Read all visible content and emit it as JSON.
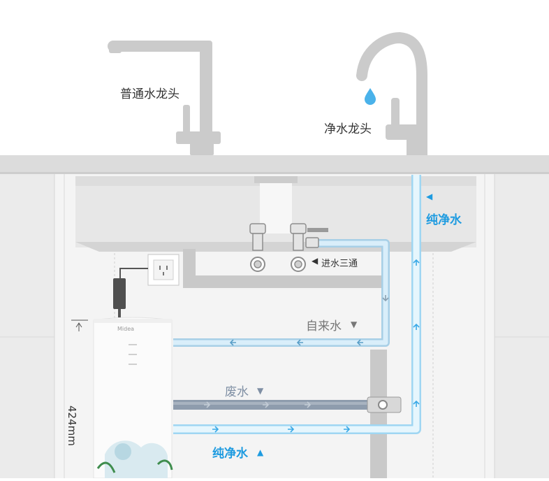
{
  "labels": {
    "normal_faucet": "普通水龙头",
    "purified_faucet": "净水龙头",
    "purified_water_top": "纯净水",
    "inlet_tee": "进水三通",
    "tap_water": "自来水",
    "waste_water": "废水",
    "purified_water_bottom": "纯净水",
    "height_dimension": "424mm",
    "brand": "Midea"
  },
  "colors": {
    "counter": "#dcdcdc",
    "cabinet": "#f2f2f2",
    "faucet": "#c9c9c9",
    "tap_pipe": "#c6c6c6",
    "tap_flow": "#bfe2f6",
    "waste_pipe": "#8c9aab",
    "pure_pipe": "#ccecfb",
    "pure_arrow": "#3aa9e6",
    "blue_label": "#1e9be0"
  },
  "icons": {
    "flow_direction": "arrow-icon",
    "water_drop": "water-drop-icon",
    "socket": "power-socket-icon"
  }
}
